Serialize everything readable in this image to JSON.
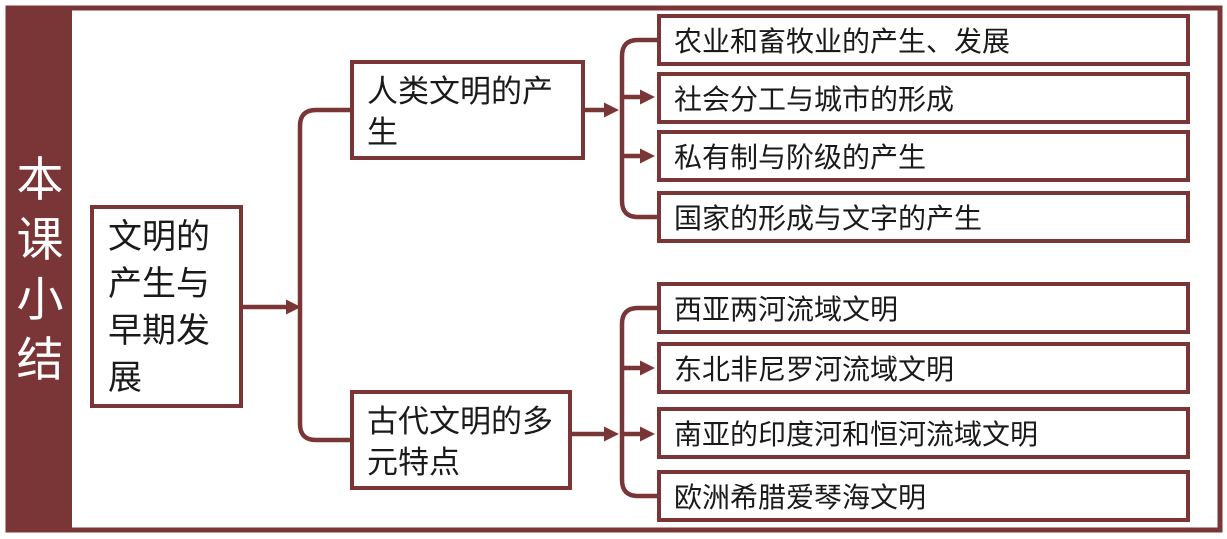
{
  "colors": {
    "accent": "#7A3636",
    "text": "#1A1A1A",
    "background": "#FFFFFF",
    "sidebar_text": "#FFFFFF"
  },
  "sidebar": {
    "title": "本课小结"
  },
  "tree": {
    "root": {
      "label": "文明的产生与早期发展"
    },
    "branches": [
      {
        "label": "人类文明的产生",
        "leaves": [
          "农业和畜牧业的产生、发展",
          "社会分工与城市的形成",
          "私有制与阶级的产生",
          "国家的形成与文字的产生"
        ]
      },
      {
        "label": "古代文明的多元特点",
        "leaves": [
          "西亚两河流域文明",
          "东北非尼罗河流域文明",
          "南亚的印度河和恒河流域文明",
          "欧洲希腊爱琴海文明"
        ]
      }
    ]
  }
}
